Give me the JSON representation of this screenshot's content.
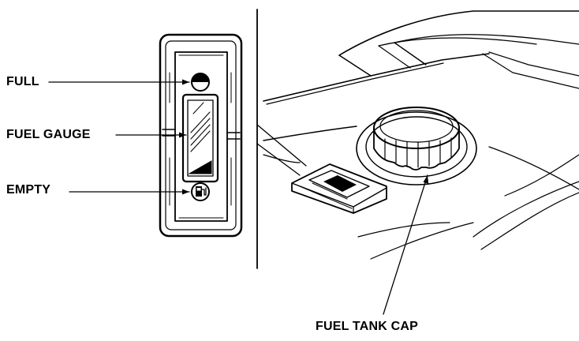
{
  "labels": {
    "full": "FULL",
    "fuel_gauge": "FUEL GAUGE",
    "empty": "EMPTY",
    "fuel_tank_cap": "FUEL TANK CAP"
  },
  "icons": {
    "full_mark": "half-filled-circle-icon",
    "empty_mark": "fuel-pump-icon"
  }
}
